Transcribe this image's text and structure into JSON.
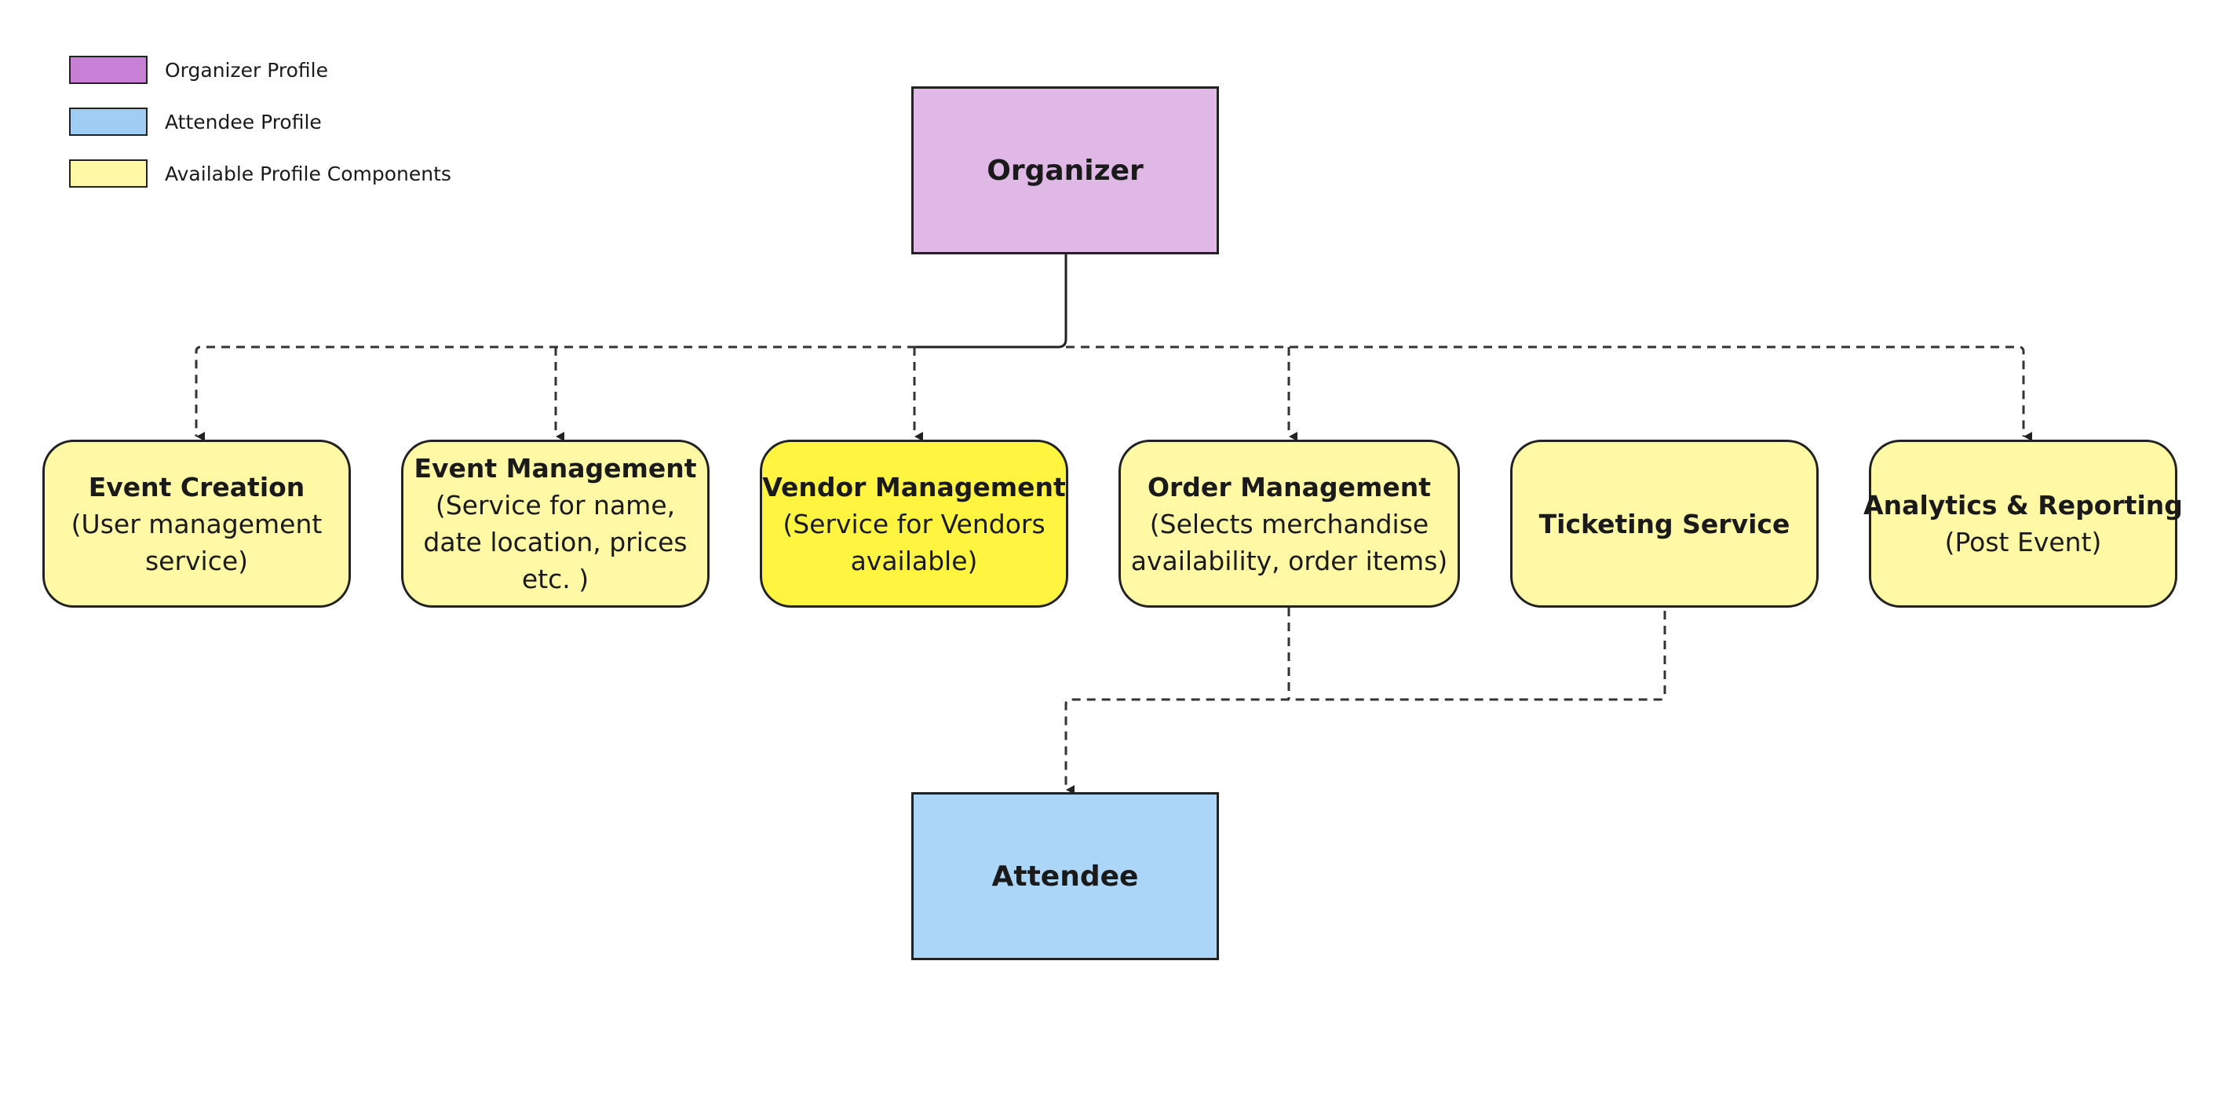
{
  "legend": [
    {
      "label": "Organizer Profile",
      "color": "#c880d6"
    },
    {
      "label": "Attendee Profile",
      "color": "#9fcdf3"
    },
    {
      "label": "Available Profile Components",
      "color": "#fff9a6"
    }
  ],
  "organizer": {
    "label": "Organizer",
    "color": "#dfb8e6"
  },
  "attendee": {
    "label": "Attendee",
    "color": "#acd6f8"
  },
  "components": [
    {
      "title": "Event Creation",
      "description": "(User management service)",
      "color": "#fff9a6"
    },
    {
      "title": "Event Management",
      "description": "(Service for name, date location, prices etc. )",
      "color": "#fff9a6"
    },
    {
      "title": "Vendor Management",
      "description": "(Service for Vendors available)",
      "color": "#fff541"
    },
    {
      "title": "Order Management",
      "description": "(Selects merchandise availability, order items)",
      "color": "#fff9a6"
    },
    {
      "title": "Ticketing Service",
      "description": "",
      "color": "#fff9a6"
    },
    {
      "title": "Analytics & Reporting",
      "description": "(Post Event)",
      "color": "#fff9a6"
    }
  ]
}
